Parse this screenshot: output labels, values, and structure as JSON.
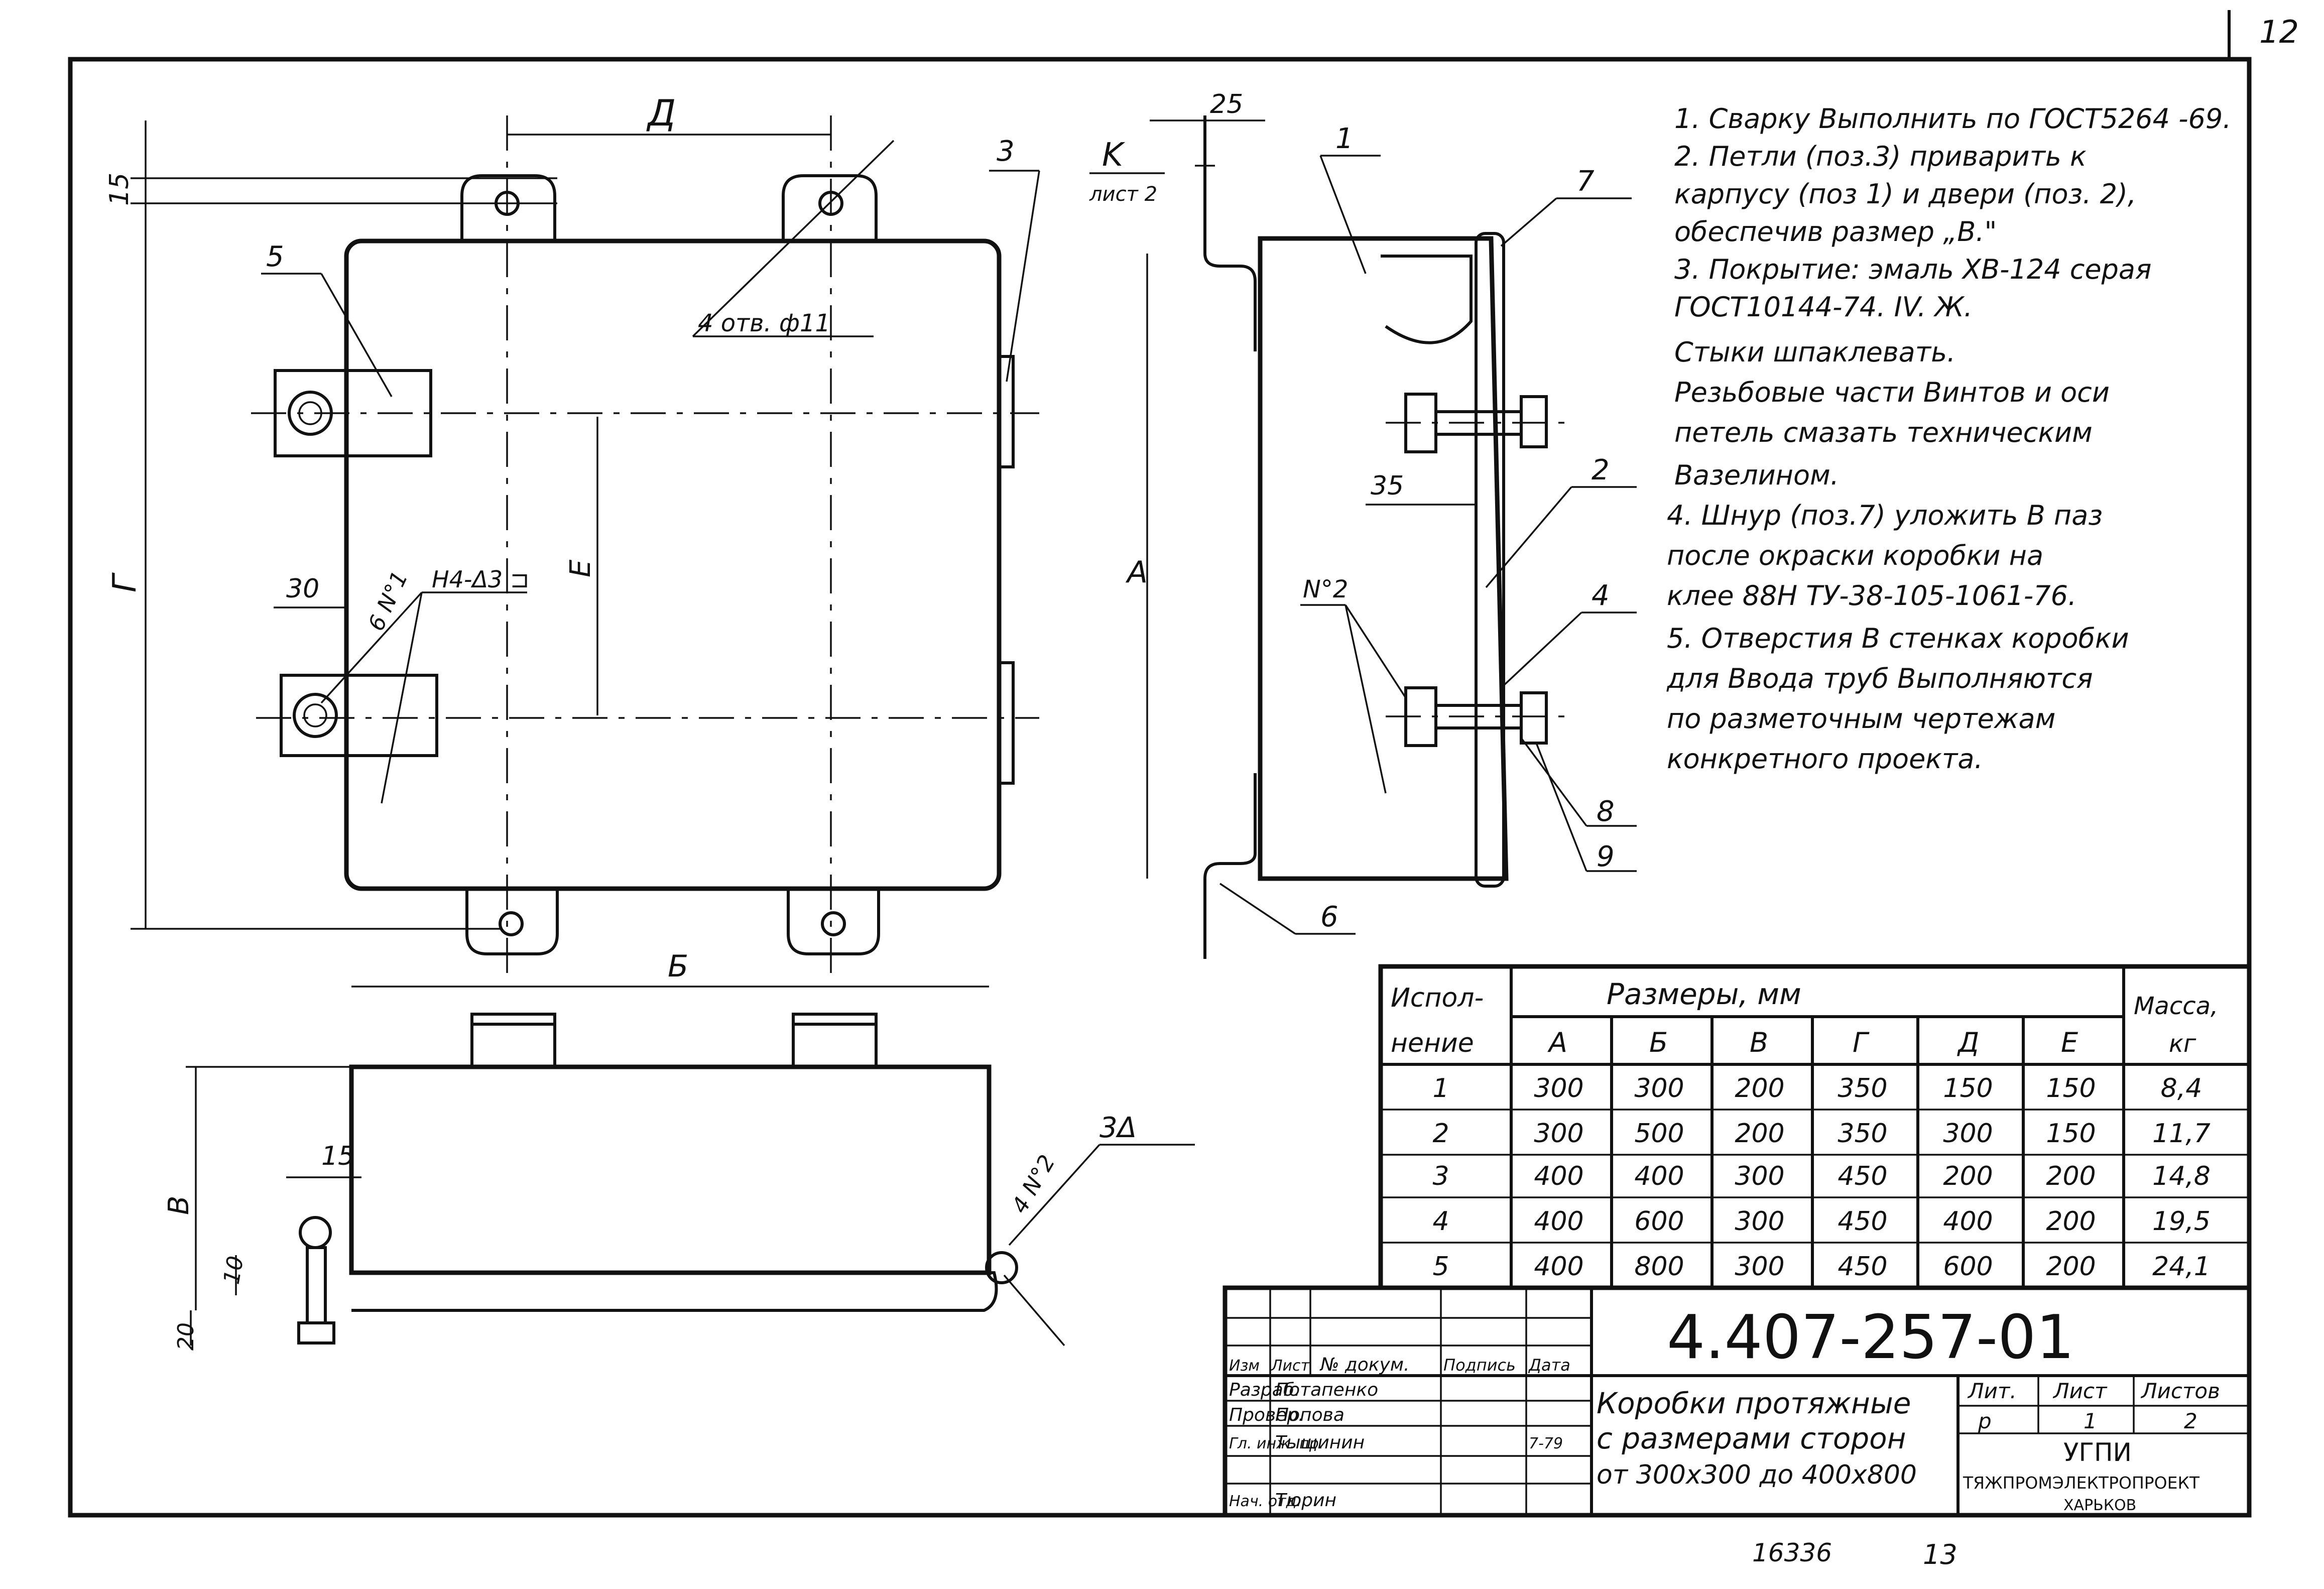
{
  "page_number": "12",
  "notes": [
    "1. Сварку Выполнить по ГОСТ5264 -69.",
    "2. Петли (поз.3) приварить к",
    "карпусу (поз 1) и двери (поз. 2),",
    "обеспечив размер „В.\"",
    "3. Покрытие: эмаль ХВ-124 серая",
    "ГОСТ10144-74. IV. Ж.",
    "Стыки шпаклевать.",
    "Резьбовые части Винтов и оси",
    "петель смазать техническим",
    "Вазелином.",
    "4. Шнур (поз.7) уложить В паз",
    "после окраски коробки на",
    "клее 88Н ТУ-38-105-1061-76.",
    "5. Отверстия В стенках коробки",
    "для Ввода труб Выполняются",
    "по разметочным чертежам",
    "конкретного проекта."
  ],
  "dims": {
    "d_label": "Д",
    "g_label": "Г",
    "e_label": "Е",
    "a_label": "А",
    "b_label": "Б",
    "v_label": "В",
    "d15": "15",
    "d25": "25",
    "d35": "35",
    "d30": "30",
    "d15b": "15",
    "d10": "10",
    "d20": "20",
    "holes": "4 отв. ф11",
    "view_k": "K",
    "view_k_sheet": "лист 2",
    "weld1": "H4-Δ3 ⊐",
    "weld1b": "6 N°1",
    "weld2": "N°2",
    "weld3": "4 N°2",
    "weld3b": "3Δ"
  },
  "callouts": [
    "1",
    "2",
    "3",
    "4",
    "5",
    "6",
    "7",
    "8",
    "9"
  ],
  "table": {
    "col_variant": "Испол-",
    "col_variant2": "нение",
    "col_sizes": "Размеры, мм",
    "col_mass": "Масса,",
    "col_mass_unit": "кг",
    "headers": [
      "А",
      "Б",
      "В",
      "Г",
      "Д",
      "Е"
    ],
    "rows": [
      [
        "1",
        "300",
        "300",
        "200",
        "350",
        "150",
        "150",
        "8,4"
      ],
      [
        "2",
        "300",
        "500",
        "200",
        "350",
        "300",
        "150",
        "11,7"
      ],
      [
        "3",
        "400",
        "400",
        "300",
        "450",
        "200",
        "200",
        "14,8"
      ],
      [
        "4",
        "400",
        "600",
        "300",
        "450",
        "400",
        "200",
        "19,5"
      ],
      [
        "5",
        "400",
        "800",
        "300",
        "450",
        "600",
        "200",
        "24,1"
      ]
    ]
  },
  "title_block": {
    "doc_number": "4.407-257-01",
    "title_line1": "Коробки протяжные",
    "title_line2": "с размерами сторон",
    "title_line3": "от 300х300 до 400х800",
    "hdr_izm": "Изм",
    "hdr_list": "Лист",
    "hdr_ndoc": "№ докум.",
    "hdr_sign": "Подпись",
    "hdr_date": "Дата",
    "razrab_role": "Разраб.",
    "razrab_name": "Потапенко",
    "prover_role": "Провер.",
    "prover_name": "Попова",
    "gip_role": "Гл. инж. пр.",
    "gip_name": "Тыщинин",
    "nach_role": "Нач. отд.",
    "nach_name": "Тюрин",
    "date_val": "7-79",
    "lit_label": "Лит.",
    "lit_val": "р",
    "sheet_label": "Лист",
    "sheet_val": "1",
    "sheets_label": "Листов",
    "sheets_val": "2",
    "org1": "УГПИ",
    "org2": "ТЯЖПРОМЭЛЕКТРОПРОЕКТ",
    "org3": "ХАРЬКОВ"
  },
  "footer": {
    "inv": "16336",
    "page": "13"
  }
}
